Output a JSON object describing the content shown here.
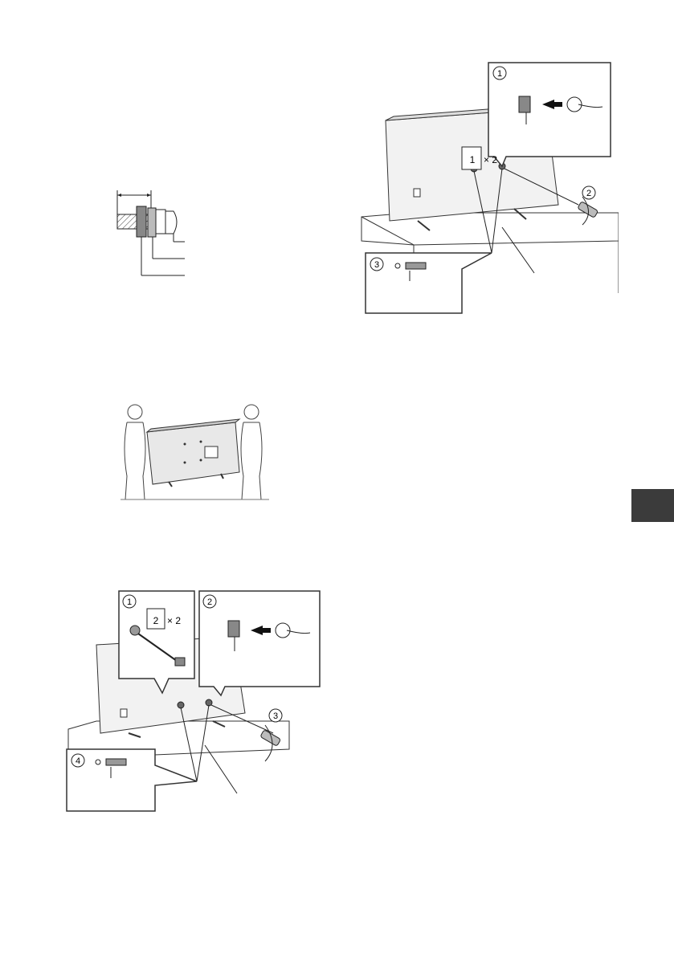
{
  "figures": {
    "top_right": {
      "callout_1": "1",
      "callout_2": "2",
      "callout_3": "3",
      "part_label": "1",
      "quantity": "× 2"
    },
    "bottom_left": {
      "callout_1": "1",
      "callout_2": "2",
      "callout_3": "3",
      "callout_4": "4",
      "part_label": "2",
      "quantity": "× 2"
    }
  },
  "colors": {
    "line": "#222222",
    "tab": "#3b3b3b"
  }
}
